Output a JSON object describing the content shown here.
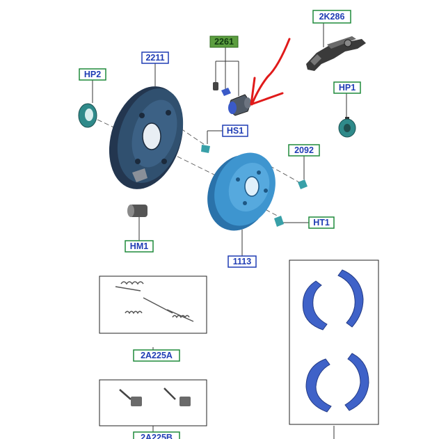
{
  "colors": {
    "blue_label": "#1f3cb4",
    "green_label": "#1e8a3a",
    "highlight_fill": "#5c9e3f",
    "highlight_text": "#103a10",
    "red_arrow": "#e01a1a",
    "drum_fill": "#3e95cf",
    "backplate_fill": "#2f4f73",
    "shoe_fill": "#3f62c8",
    "seal_fill": "#2f8a8a"
  },
  "labels": {
    "p2k286": "2K286",
    "p2261": "2261",
    "p2211": "2211",
    "hp2": "HP2",
    "hp1": "HP1",
    "hs1": "HS1",
    "p2092": "2092",
    "ht1": "HT1",
    "hm1": "HM1",
    "p1113": "1113",
    "p2a225a": "2A225A",
    "p2a225b": "2A225B"
  }
}
